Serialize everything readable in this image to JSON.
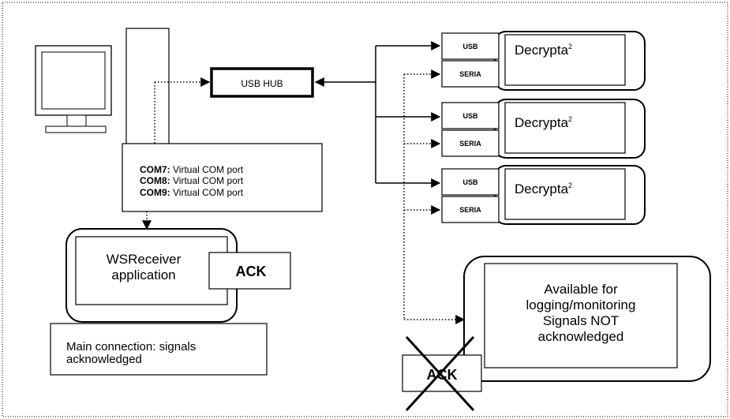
{
  "hub": {
    "label": "USB HUB"
  },
  "com_ports": [
    {
      "port": "COM7:",
      "desc": " Virtual COM port"
    },
    {
      "port": "COM8:",
      "desc": " Virtual COM port"
    },
    {
      "port": "COM9:",
      "desc": " Virtual COM port"
    }
  ],
  "receivers": [
    {
      "name": "Decrypta",
      "sup": "2",
      "usb": "USB",
      "serial": "SERIA"
    },
    {
      "name": "Decrypta",
      "sup": "2",
      "usb": "USB",
      "serial": "SERIA"
    },
    {
      "name": "Decrypta",
      "sup": "2",
      "usb": "USB",
      "serial": "SERIA"
    }
  ],
  "app": {
    "line1": "WSReceiver",
    "line2": "application",
    "ack": "ACK"
  },
  "main_connection": {
    "line1": "Main connection: signals",
    "line2": "acknowledged"
  },
  "monitor": {
    "line1": "Available for",
    "line2": "logging/monitoring",
    "line3": "Signals NOT",
    "line4": "acknowledged",
    "ack": "ACK"
  }
}
